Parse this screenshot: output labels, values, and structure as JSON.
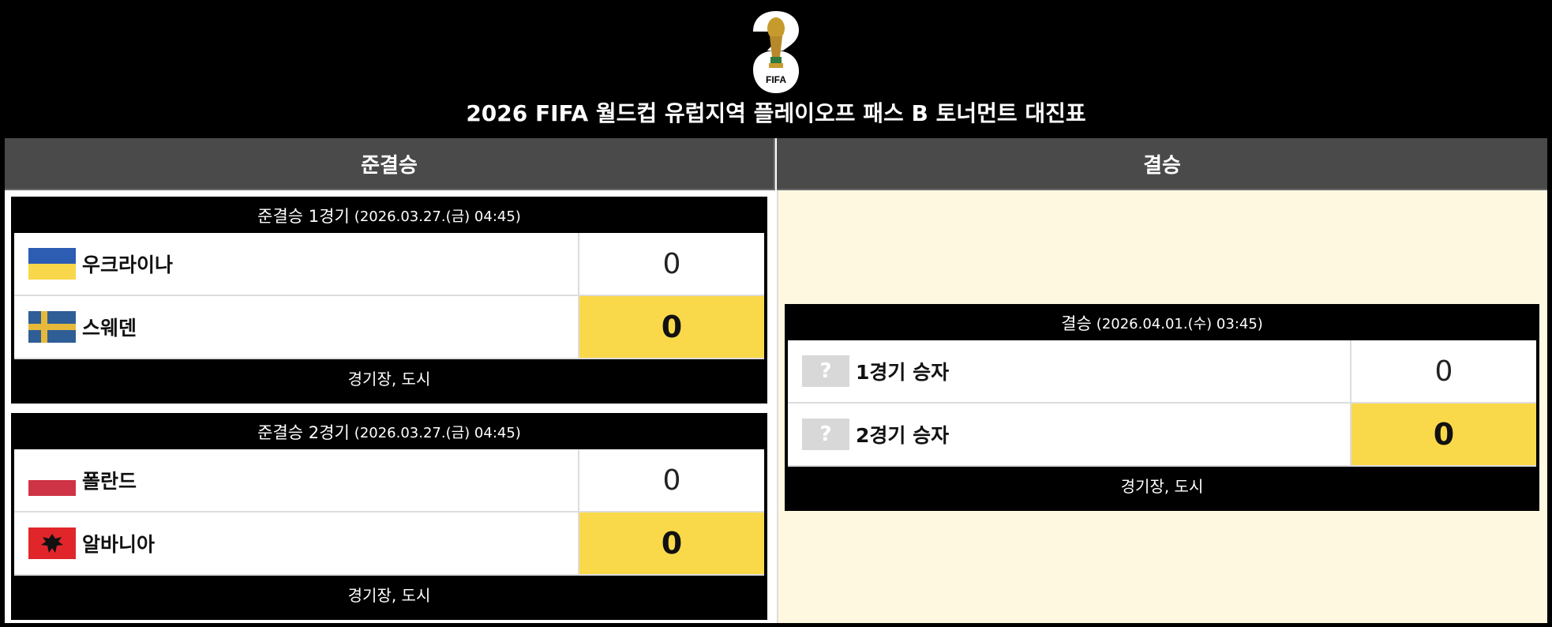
{
  "header": {
    "logo_text": "FIFA",
    "title": "2026 FIFA 월드컵 유럽지역 플레이오프 패스 B 토너먼트 대진표"
  },
  "columns": {
    "semifinal": "준결승",
    "final": "결승"
  },
  "semifinals": [
    {
      "title": "준결승 1경기",
      "date": "(2026.03.27.(금) 04:45)",
      "teams": [
        {
          "name": "우크라이나",
          "flag": "ukraine-flag-icon",
          "score": "0",
          "highlight": false
        },
        {
          "name": "스웨덴",
          "flag": "sweden-flag-icon",
          "score": "0",
          "highlight": true
        }
      ],
      "venue": "경기장, 도시"
    },
    {
      "title": "준결승 2경기",
      "date": "(2026.03.27.(금) 04:45)",
      "teams": [
        {
          "name": "폴란드",
          "flag": "poland-flag-icon",
          "score": "0",
          "highlight": false
        },
        {
          "name": "알바니아",
          "flag": "albania-flag-icon",
          "score": "0",
          "highlight": true
        }
      ],
      "venue": "경기장, 도시"
    }
  ],
  "final": {
    "title": "결승",
    "date": "(2026.04.01.(수) 03:45)",
    "teams": [
      {
        "name": "1경기 승자",
        "flag": "unknown-flag-icon",
        "flag_text": "?",
        "score": "0",
        "highlight": false
      },
      {
        "name": "2경기 승자",
        "flag": "unknown-flag-icon",
        "flag_text": "?",
        "score": "0",
        "highlight": true
      }
    ],
    "venue": "경기장, 도시"
  },
  "colors": {
    "header_bg": "#000000",
    "column_header_bg": "#4a4a4a",
    "final_bg": "#fef8e1",
    "win_highlight": "#f9d94a"
  }
}
